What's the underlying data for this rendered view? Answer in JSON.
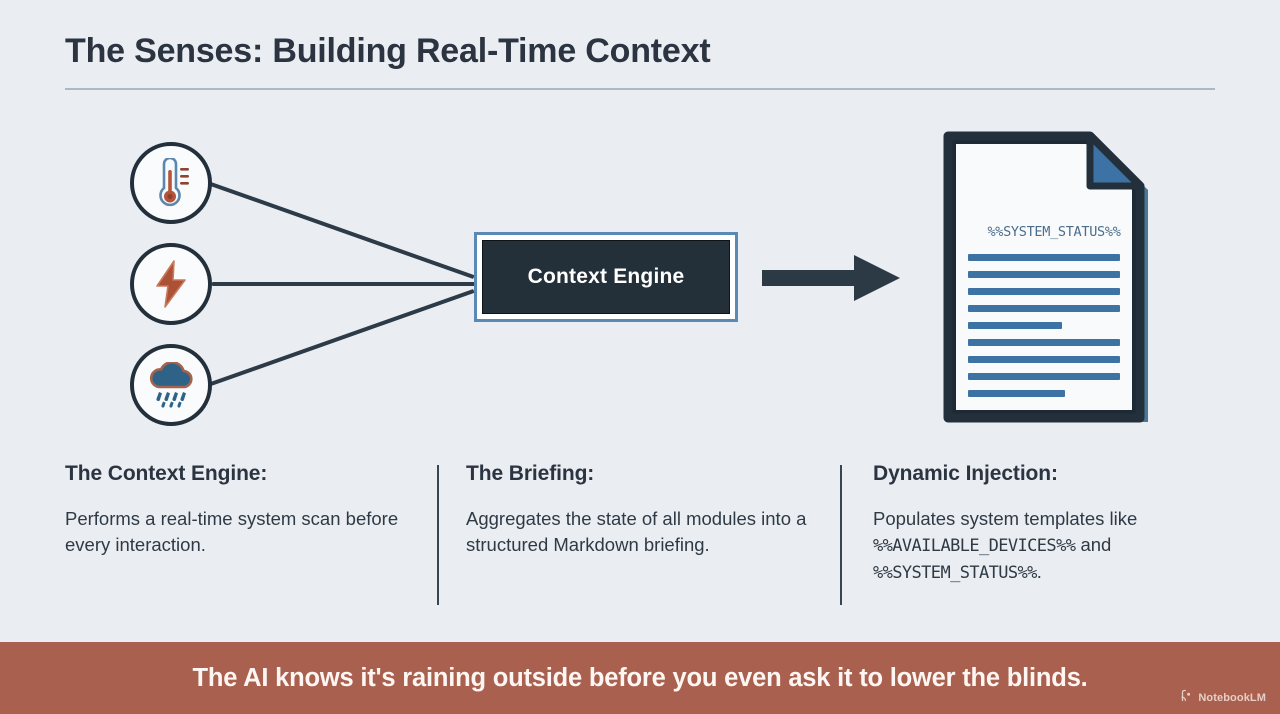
{
  "slide": {
    "title": "The Senses: Building Real-Time Context",
    "background_color": "#eaeef2"
  },
  "diagram": {
    "sensors": [
      {
        "name": "thermometer",
        "label": "Temperature sensor"
      },
      {
        "name": "lightning-bolt",
        "label": "Power sensor"
      },
      {
        "name": "rain-cloud",
        "label": "Weather sensor"
      }
    ],
    "engine": {
      "label": "Context Engine",
      "fill_color": "#243039",
      "border_color": "#5a89b4",
      "text_color": "#ffffff"
    },
    "arrow": {
      "name": "flow-arrow-right",
      "color": "#2b3a45"
    },
    "document": {
      "token": "%%SYSTEM_STATUS%%",
      "token_color": "#4c6d8c",
      "line_color": "#3d72a4",
      "outline_color": "#23303c",
      "lines": [
        {
          "width": 100
        },
        {
          "width": 100
        },
        {
          "width": 100
        },
        {
          "width": 100
        },
        {
          "width": 62
        },
        {
          "width": 100
        },
        {
          "width": 100
        },
        {
          "width": 100
        },
        {
          "width": 64
        }
      ]
    }
  },
  "columns": [
    {
      "heading": "The Context Engine:",
      "body": "Performs a real-time system scan before every interaction."
    },
    {
      "heading": "The Briefing:",
      "body": "Aggregates the state of all modules into a structured Markdown briefing."
    },
    {
      "heading": "Dynamic Injection:",
      "body_parts": [
        {
          "text": "Populates system templates like ",
          "mono": false
        },
        {
          "text": "%%AVAILABLE_DEVICES%%",
          "mono": true
        },
        {
          "text": " and ",
          "mono": false
        },
        {
          "text": "%%SYSTEM_STATUS%%",
          "mono": true
        },
        {
          "text": ".",
          "mono": false
        }
      ]
    }
  ],
  "banner": {
    "text": "The AI knows it's raining outside before you even ask it to lower the blinds.",
    "background_color": "#a9604f",
    "text_color": "#fdf6f2"
  },
  "watermark": {
    "text": "NotebookLM"
  }
}
